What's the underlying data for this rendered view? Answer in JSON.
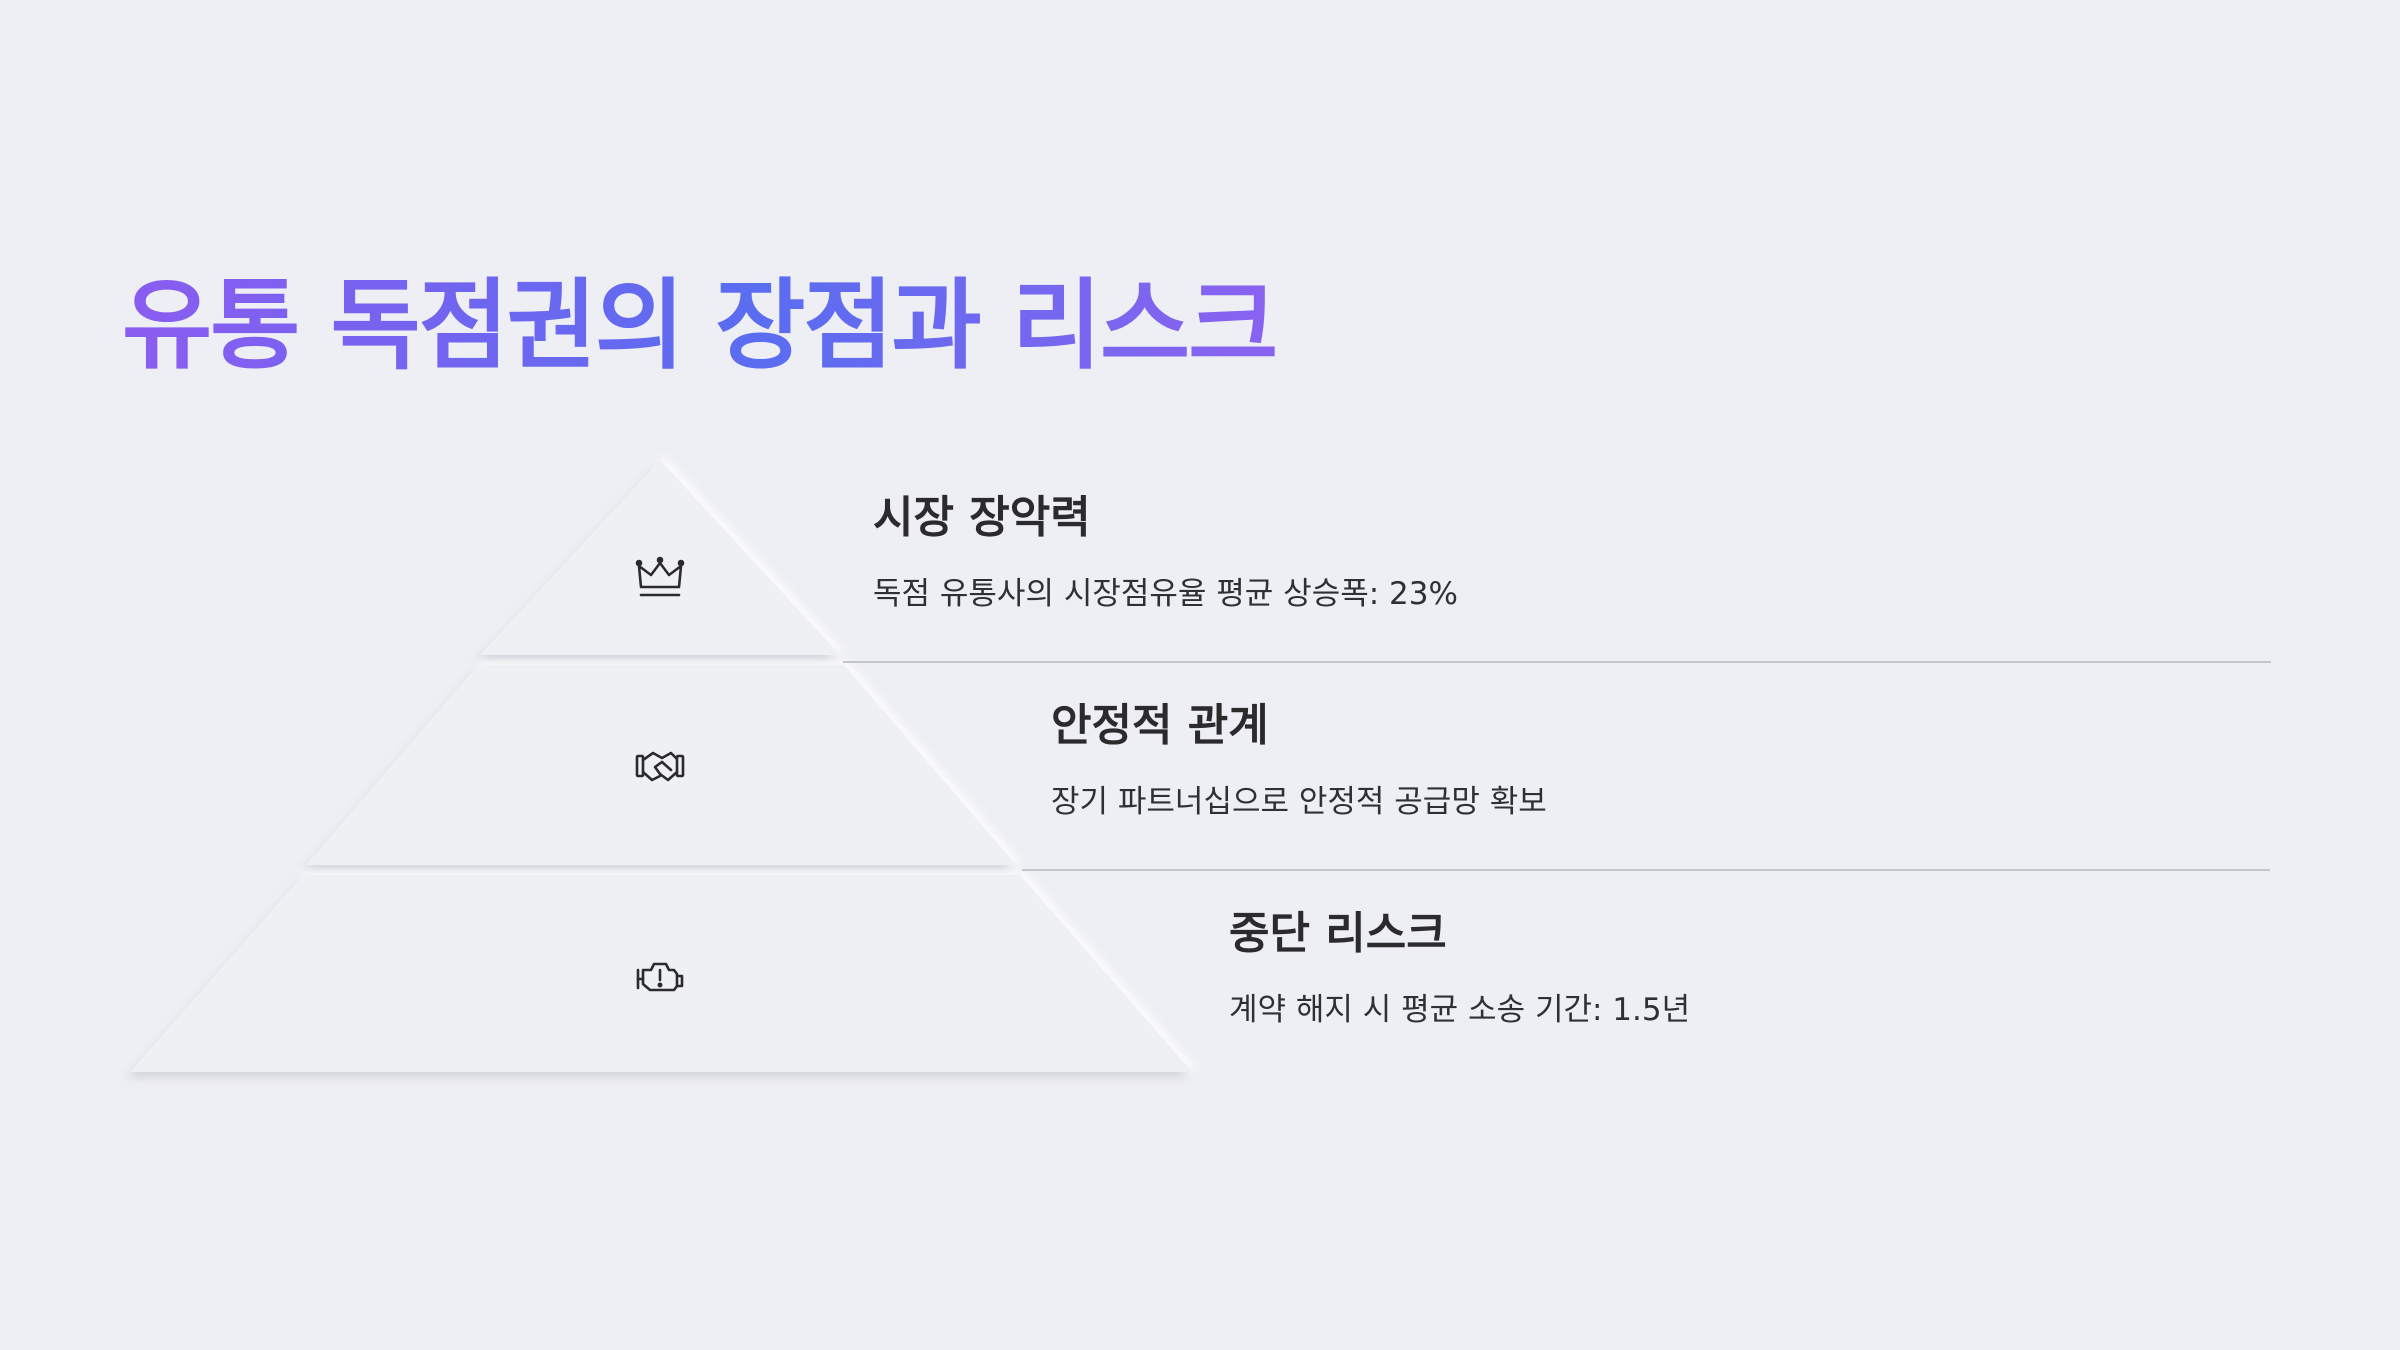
{
  "title": "유통 독점권의 장점과 리스크",
  "levels": [
    {
      "icon": "crown-icon",
      "title": "시장 장악력",
      "description": "독점 유통사의 시장점유율 평균 상승폭: 23%"
    },
    {
      "icon": "handshake-icon",
      "title": "안정적 관계",
      "description": "장기 파트너십으로 안정적 공급망 확보"
    },
    {
      "icon": "engine-warning-icon",
      "title": "중단 리스크",
      "description": "계약 해지 시 평균 소송 기간: 1.5년"
    }
  ],
  "colors": {
    "background": "#eeeff4",
    "title_gradient_start": "#8a5cf0",
    "title_gradient_mid": "#5a6df0",
    "text": "#2b2b2e",
    "divider": "#c4c5cb"
  }
}
